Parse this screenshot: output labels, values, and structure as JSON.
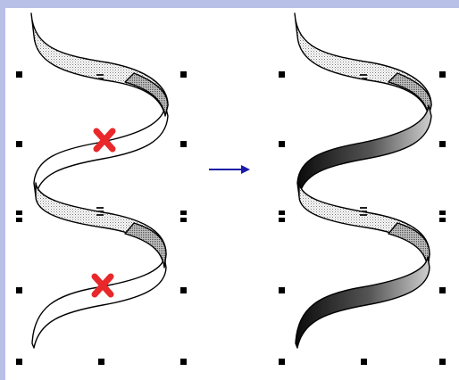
{
  "diagram": {
    "left_panel": {
      "state": "before",
      "mark_symbol": "x-mark",
      "mark_count": 2
    },
    "right_panel": {
      "state": "after"
    },
    "arrow": {
      "direction": "right"
    },
    "colors": {
      "frame": "#b8c0e8",
      "ribbon_outline": "#000000",
      "mark": "#e8282a",
      "arrow": "#1a1aa8",
      "dot": "#000000"
    }
  }
}
